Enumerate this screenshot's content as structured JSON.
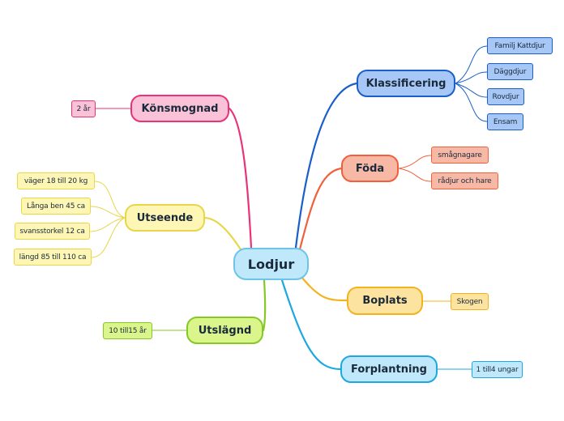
{
  "central": {
    "label": "Lodjur"
  },
  "branches": {
    "klassificering": {
      "label": "Klassificering",
      "color": "#1a5fc8",
      "fill": "#a7c8f7",
      "items": [
        "Familj Kattdjur",
        "Däggdjur",
        "Rovdjur",
        "Ensam"
      ]
    },
    "foda": {
      "label": "Föda",
      "color": "#f0603a",
      "fill": "#f7b8a6",
      "items": [
        "smågnagare",
        "rådjur och hare"
      ]
    },
    "boplats": {
      "label": "Boplats",
      "color": "#f3b31c",
      "fill": "#fde3a0",
      "items": [
        "Skogen"
      ]
    },
    "forplantning": {
      "label": "Forplantning",
      "color": "#1ea8e0",
      "fill": "#bfe8fb",
      "items": [
        "1 till4 ungar"
      ]
    },
    "utslagnd": {
      "label": "Utslägnd",
      "color": "#86c826",
      "fill": "#d9f58c",
      "items": [
        "10 till15 år"
      ]
    },
    "utseende": {
      "label": "Utseende",
      "color": "#e8d64a",
      "fill": "#fdf6b4",
      "items": [
        "väger 18 till 20 kg",
        "Långa ben 45 ca",
        "svansstorkel 12 ca",
        "längd 85 till 110 ca"
      ]
    },
    "konsmognad": {
      "label": "Könsmognad",
      "color": "#e8337a",
      "fill": "#f9c2d7",
      "items": [
        "2 år"
      ]
    }
  }
}
